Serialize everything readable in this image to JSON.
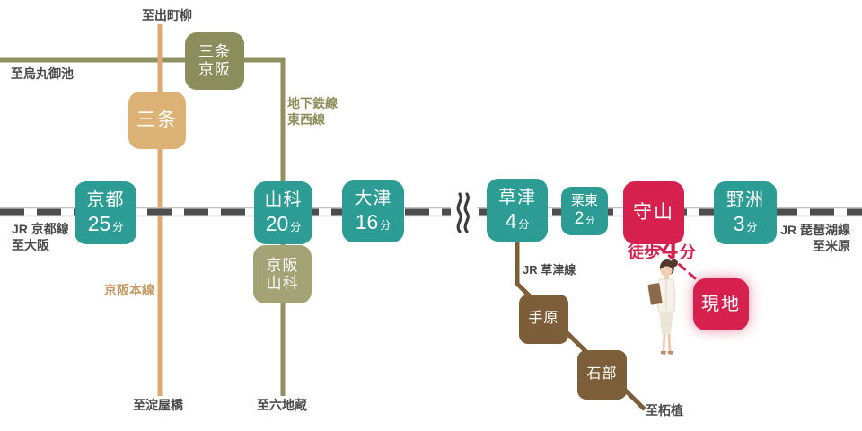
{
  "colors": {
    "teal": "#2d9c95",
    "crimson": "#d6204e",
    "olive": "#8b8d5c",
    "olive_light": "#a3a376",
    "tan": "#ddb276",
    "brown": "#7c5f38",
    "rail_dark": "#4d4d4d",
    "label_gray": "#4a4a4a"
  },
  "main_line": {
    "left_label_line1": "JR 京都線",
    "left_label_line2": "至大阪",
    "right_label_line1": "JR 琵琶湖線",
    "right_label_line2": "至米原",
    "stations": [
      {
        "name": "京都",
        "minutes": "25",
        "unit": "分"
      },
      {
        "name": "山科",
        "minutes": "20",
        "unit": "分"
      },
      {
        "name": "大津",
        "minutes": "16",
        "unit": "分"
      },
      {
        "name": "草津",
        "minutes": "4",
        "unit": "分"
      },
      {
        "name": "栗東",
        "minutes": "2",
        "unit": "分"
      },
      {
        "name": "守山"
      },
      {
        "name": "野洲",
        "minutes": "3",
        "unit": "分"
      }
    ]
  },
  "keihan_line": {
    "label": "京阪本線",
    "station": "三条",
    "dest_top": "至出町柳",
    "dest_bottom": "至淀屋橋"
  },
  "subway_line": {
    "label_line1": "地下鉄線",
    "label_line2": "東西線",
    "dest_left": "至烏丸御池",
    "dest_bottom": "至六地蔵",
    "station1_line1": "三条",
    "station1_line2": "京阪",
    "station2_line1": "京阪",
    "station2_line2": "山科"
  },
  "kusatsu_line": {
    "label": "JR 草津線",
    "station1": "手原",
    "station2": "石部",
    "dest": "至柘植"
  },
  "walk": {
    "prefix": "徒歩",
    "minutes": "4",
    "unit": "分"
  },
  "site": {
    "label": "現地"
  }
}
